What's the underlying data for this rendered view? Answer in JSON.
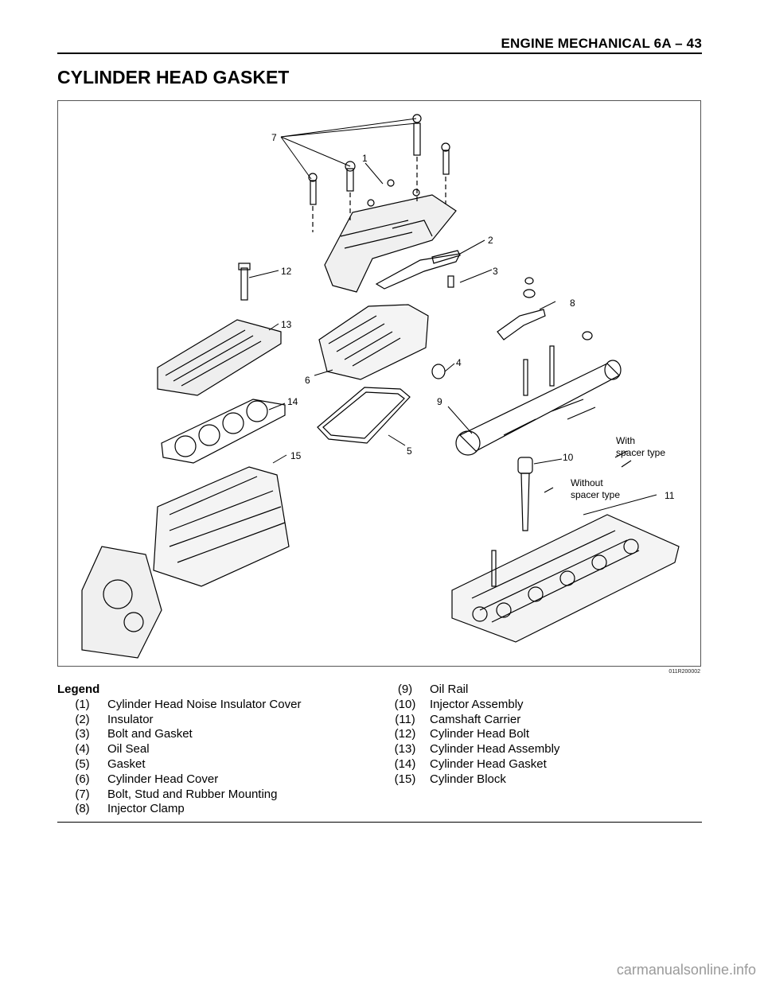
{
  "header": {
    "text": "ENGINE MECHANICAL  6A – 43"
  },
  "title": "CYLINDER HEAD GASKET",
  "figure": {
    "code": "011R200002",
    "callouts": [
      "1",
      "2",
      "3",
      "4",
      "5",
      "6",
      "7",
      "8",
      "9",
      "10",
      "11",
      "12",
      "13",
      "14",
      "15"
    ],
    "notes": {
      "with_spacer_1": "With",
      "with_spacer_2": "spacer type",
      "without_spacer_1": "Without",
      "without_spacer_2": "spacer type"
    }
  },
  "legend": {
    "title": "Legend",
    "left": [
      {
        "num": "(1)",
        "label": "Cylinder Head Noise Insulator Cover"
      },
      {
        "num": "(2)",
        "label": "Insulator"
      },
      {
        "num": "(3)",
        "label": "Bolt and Gasket"
      },
      {
        "num": "(4)",
        "label": "Oil Seal"
      },
      {
        "num": "(5)",
        "label": "Gasket"
      },
      {
        "num": "(6)",
        "label": "Cylinder Head Cover"
      },
      {
        "num": "(7)",
        "label": "Bolt, Stud and Rubber Mounting"
      },
      {
        "num": "(8)",
        "label": "Injector Clamp"
      }
    ],
    "right": [
      {
        "num": "(9)",
        "label": "Oil Rail"
      },
      {
        "num": "(10)",
        "label": "Injector Assembly"
      },
      {
        "num": "(11)",
        "label": "Camshaft Carrier"
      },
      {
        "num": "(12)",
        "label": "Cylinder Head Bolt"
      },
      {
        "num": "(13)",
        "label": "Cylinder Head Assembly"
      },
      {
        "num": "(14)",
        "label": "Cylinder Head Gasket"
      },
      {
        "num": "(15)",
        "label": "Cylinder Block"
      }
    ]
  },
  "watermark": "carmanualsonline.info"
}
